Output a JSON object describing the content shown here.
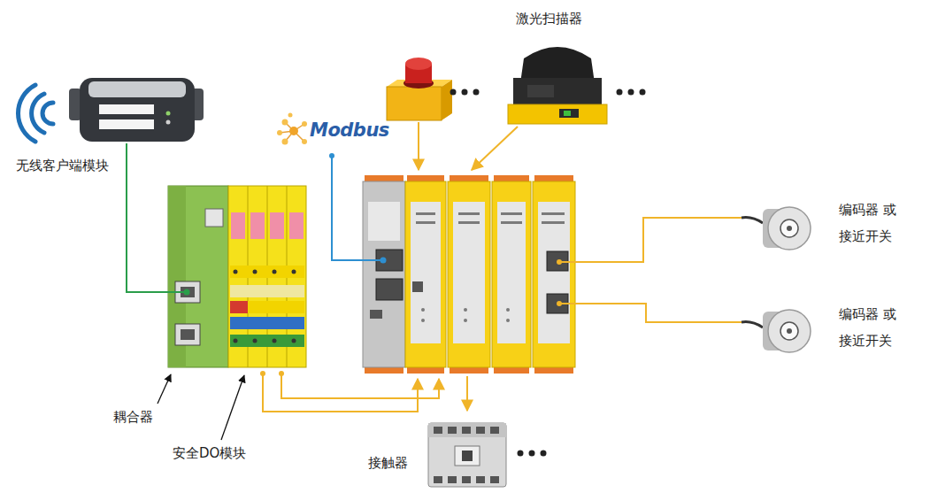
{
  "diagram": {
    "nodes": [
      {
        "text": [
          "激光扫描器"
        ]
      },
      {
        "text": [
          "无线客户端模块"
        ]
      },
      {
        "text": [
          "Modbus"
        ]
      },
      {
        "text": [
          "编码器 或接近开关"
        ]
      },
      {
        "text": [
          "编码器 或接近开关"
        ]
      },
      {
        "text": [
          "耦合器"
        ]
      },
      {
        "text": [
          "安全DO模块"
        ]
      },
      {
        "text": [
          "接触器"
        ]
      }
    ],
    "edges": [
      {
        "from": 1,
        "to": 5,
        "arrow": "none"
      }
    ]
  }
}
